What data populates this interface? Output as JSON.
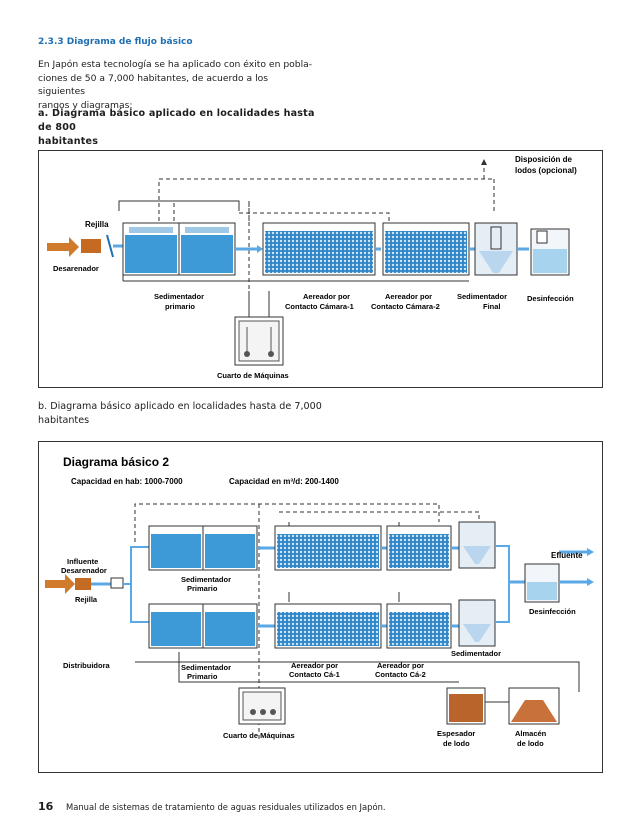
{
  "section": {
    "heading": "2.3.3 Diagrama de flujo básico"
  },
  "intro": {
    "lines": [
      "En Japón esta tecnología se ha aplicado con éxito en pobla-",
      "ciones de 50 a 7,000 habitantes, de acuerdo a los siguientes",
      "rangos y diagramas:"
    ]
  },
  "caption_a": {
    "lines": [
      "a. Diagrama básico aplicado en localidades hasta de 800",
      "habitantes"
    ]
  },
  "caption_b": {
    "lines": [
      "b. Diagrama básico aplicado en localidades hasta de 7,000",
      "habitantes"
    ]
  },
  "figure_a": {
    "labels": {
      "rejilla": "Rejilla",
      "desarenador": "Desarenador",
      "sedimentador_primario": [
        "Sedimentador",
        "primario"
      ],
      "aereador_1": [
        "Aereador por",
        "Contacto Cámara-1"
      ],
      "aereador_2": [
        "Aereador por",
        "Contacto Cámara-2"
      ],
      "sedimentador_final": [
        "Sedimentador",
        "Final"
      ],
      "desinfeccion": "Desinfección",
      "disposicion": [
        "Disposición de",
        "lodos (opcional)"
      ],
      "cuarto": "Cuarto de Máquinas"
    }
  },
  "figure_b": {
    "title": "Diagrama básico 2",
    "capacidad_hab": "Capacidad en hab: 1000-7000",
    "capacidad_m3": "Capacidad en m³/d: 200-1400",
    "labels": {
      "influente": "Influente",
      "desarenador": "Desarenador",
      "rejilla": "Rejilla",
      "distribuidora": "Distribuidora",
      "sed_primario_top": [
        "Sedimentador",
        "Primario"
      ],
      "sed_primario_bottom": [
        "Sedimentador",
        "Primario"
      ],
      "aereador_1": [
        "Aereador por",
        "Contacto Cá-1"
      ],
      "aereador_2": [
        "Aereador por",
        "Contacto Cá-2"
      ],
      "efluente": "Efluente",
      "desinfeccion": "Desinfección",
      "sedimentador": "Sedimentador",
      "cuarto": "Cuarto de Máquinas",
      "espesador": [
        "Espesador",
        "de lodo"
      ],
      "almacen": [
        "Almacén",
        "de lodo"
      ]
    }
  },
  "footer": {
    "page_number": "16",
    "text": "Manual de sistemas de tratamiento de aguas residuales utilizados en Japón."
  },
  "colors": {
    "water": "#3d9ad6",
    "water_light": "#a8d3ef",
    "accent": "#1f6fb2",
    "sludge": "#b8642a"
  }
}
